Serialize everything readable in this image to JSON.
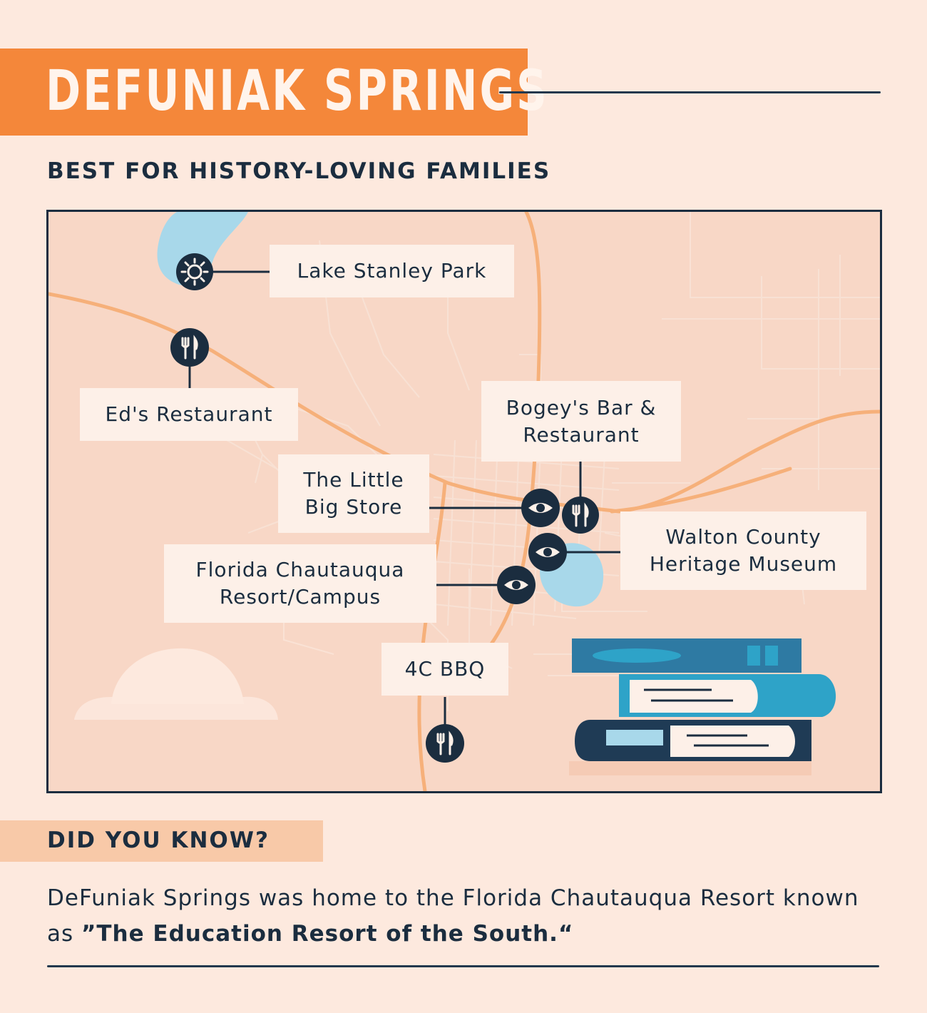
{
  "header": {
    "title": "DEFUNIAK SPRINGS",
    "subtitle": "BEST FOR HISTORY-LOVING FAMILIES"
  },
  "map": {
    "locations": [
      {
        "label": "Lake Stanley Park",
        "icon": "sun-icon"
      },
      {
        "label": "Ed's Restaurant",
        "icon": "fork-knife-icon"
      },
      {
        "label": "Bogey's Bar & Restaurant",
        "icon": "fork-knife-icon"
      },
      {
        "label": "The Little Big Store",
        "icon": "eye-icon"
      },
      {
        "label": "Walton County Heritage Museum",
        "icon": "eye-icon"
      },
      {
        "label": "Florida Chautauqua Resort/Campus",
        "icon": "eye-icon"
      },
      {
        "label": "4C BBQ",
        "icon": "fork-knife-icon"
      }
    ],
    "labels": {
      "lake_stanley": "Lake Stanley Park",
      "eds": "Ed's Restaurant",
      "bogeys_1": "Bogey's Bar &",
      "bogeys_2": "Restaurant",
      "little_big_1": "The Little",
      "little_big_2": "Big Store",
      "walton_1": "Walton County",
      "walton_2": "Heritage Museum",
      "chautauqua_1": "Florida Chautauqua",
      "chautauqua_2": "Resort/Campus",
      "bbq": "4C BBQ"
    }
  },
  "did_you_know": {
    "heading": "DID YOU KNOW?",
    "fact_plain": "DeFuniak Springs was home to the Florida Chautauqua Resort known as ",
    "fact_bold": "”The Education Resort of the South.“"
  },
  "colors": {
    "background": "#fde9de",
    "accent_orange": "#f4873a",
    "navy": "#1b2d3f",
    "map_fill": "#f8d7c6",
    "water": "#a8d8ea",
    "road": "#f6b07a"
  }
}
